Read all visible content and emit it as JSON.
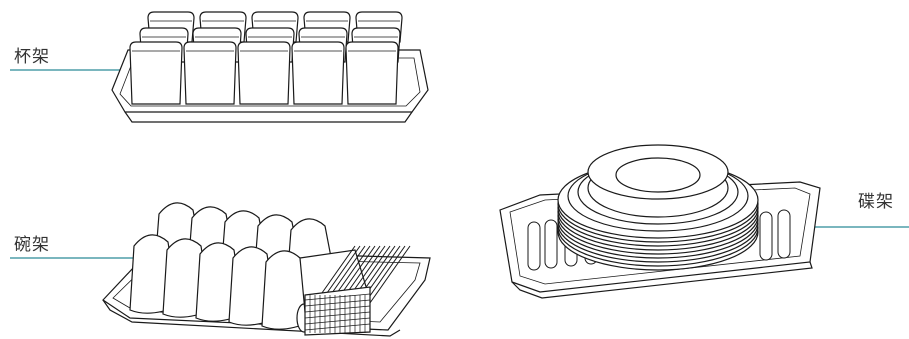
{
  "labels": {
    "cup_rack": "杯架",
    "bowl_rack": "碗架",
    "dish_rack": "碟架"
  },
  "colors": {
    "leader_line": "#2a8a98",
    "outline": "#1a1a1a",
    "label_text": "#333333"
  }
}
